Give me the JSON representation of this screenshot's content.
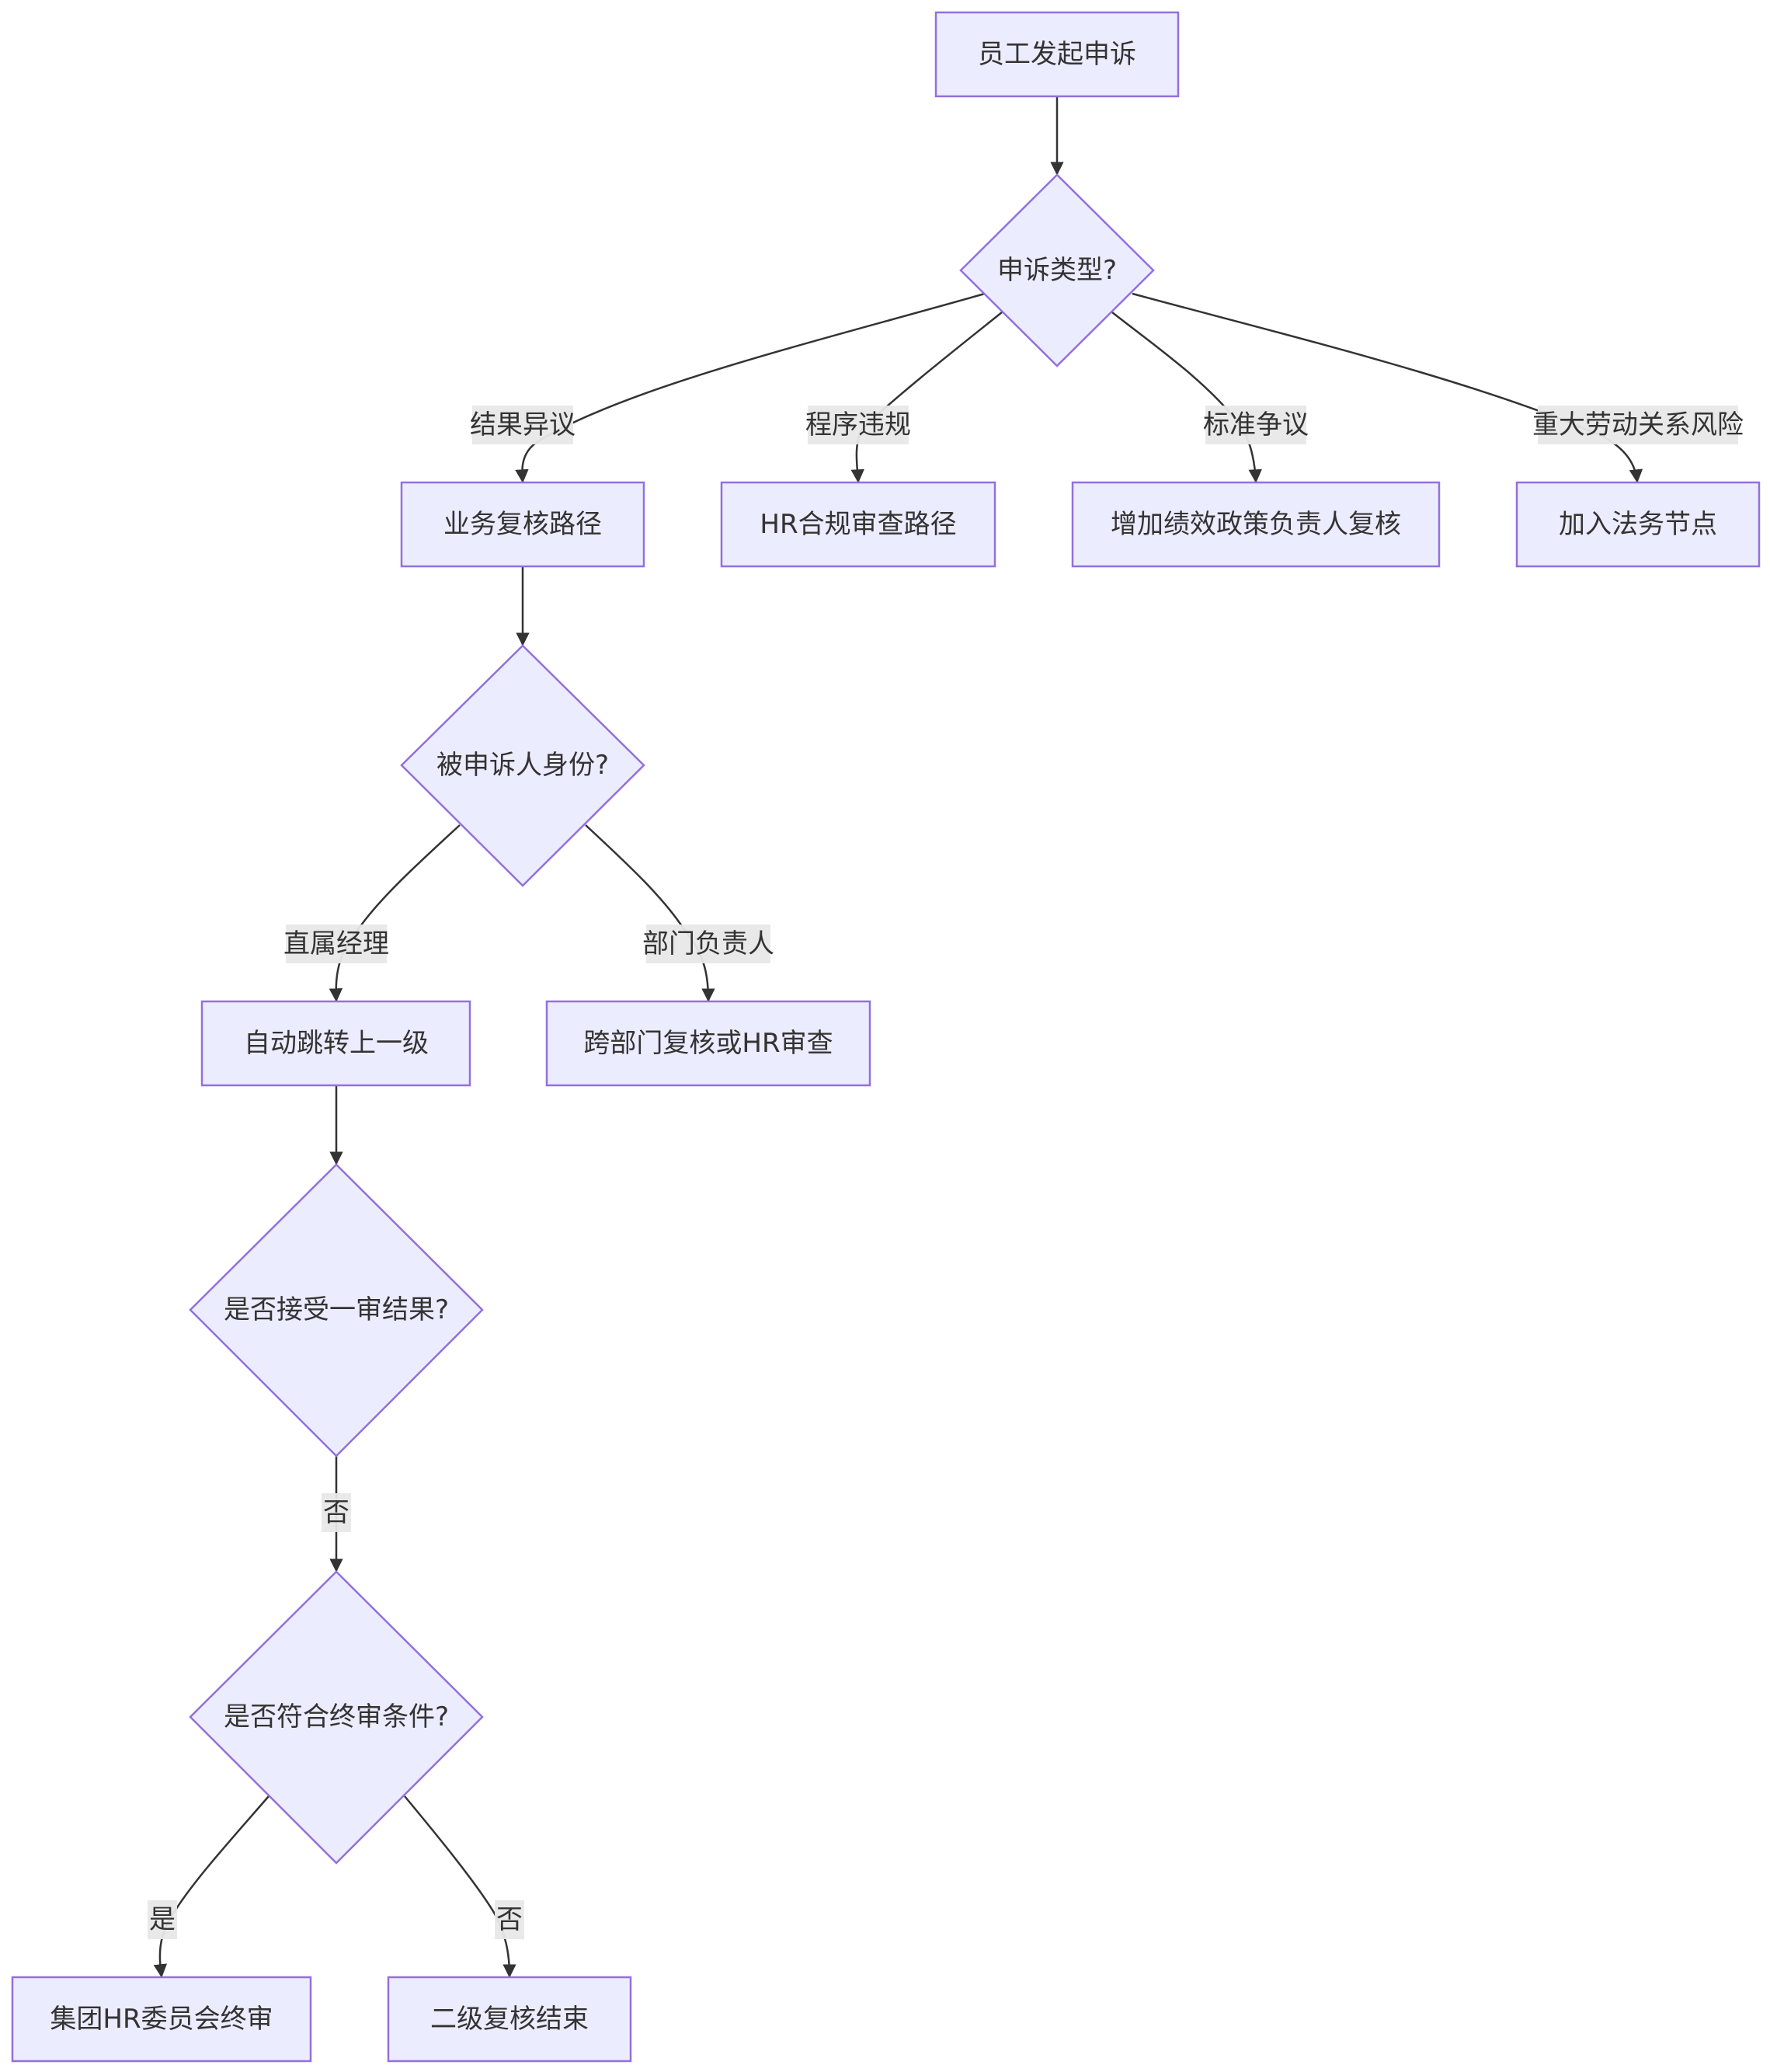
{
  "nodes": {
    "start": "员工发起申诉",
    "type_decision": "申诉类型?",
    "business_review": "业务复核路径",
    "hr_compliance": "HR合规审查路径",
    "policy_review": "增加绩效政策负责人复核",
    "legal_node": "加入法务节点",
    "identity_decision": "被申诉人身份?",
    "auto_escalate": "自动跳转上一级",
    "cross_dept": "跨部门复核或HR审查",
    "accept_decision": "是否接受一审结果?",
    "final_decision": "是否符合终审条件?",
    "group_hr": "集团HR委员会终审",
    "second_end": "二级复核结束"
  },
  "edge_labels": {
    "result_dispute": "结果异议",
    "procedure_violation": "程序违规",
    "standard_dispute": "标准争议",
    "major_risk": "重大劳动关系风险",
    "direct_manager": "直属经理",
    "dept_head": "部门负责人",
    "no_accept": "否",
    "yes_final": "是",
    "no_final": "否"
  }
}
